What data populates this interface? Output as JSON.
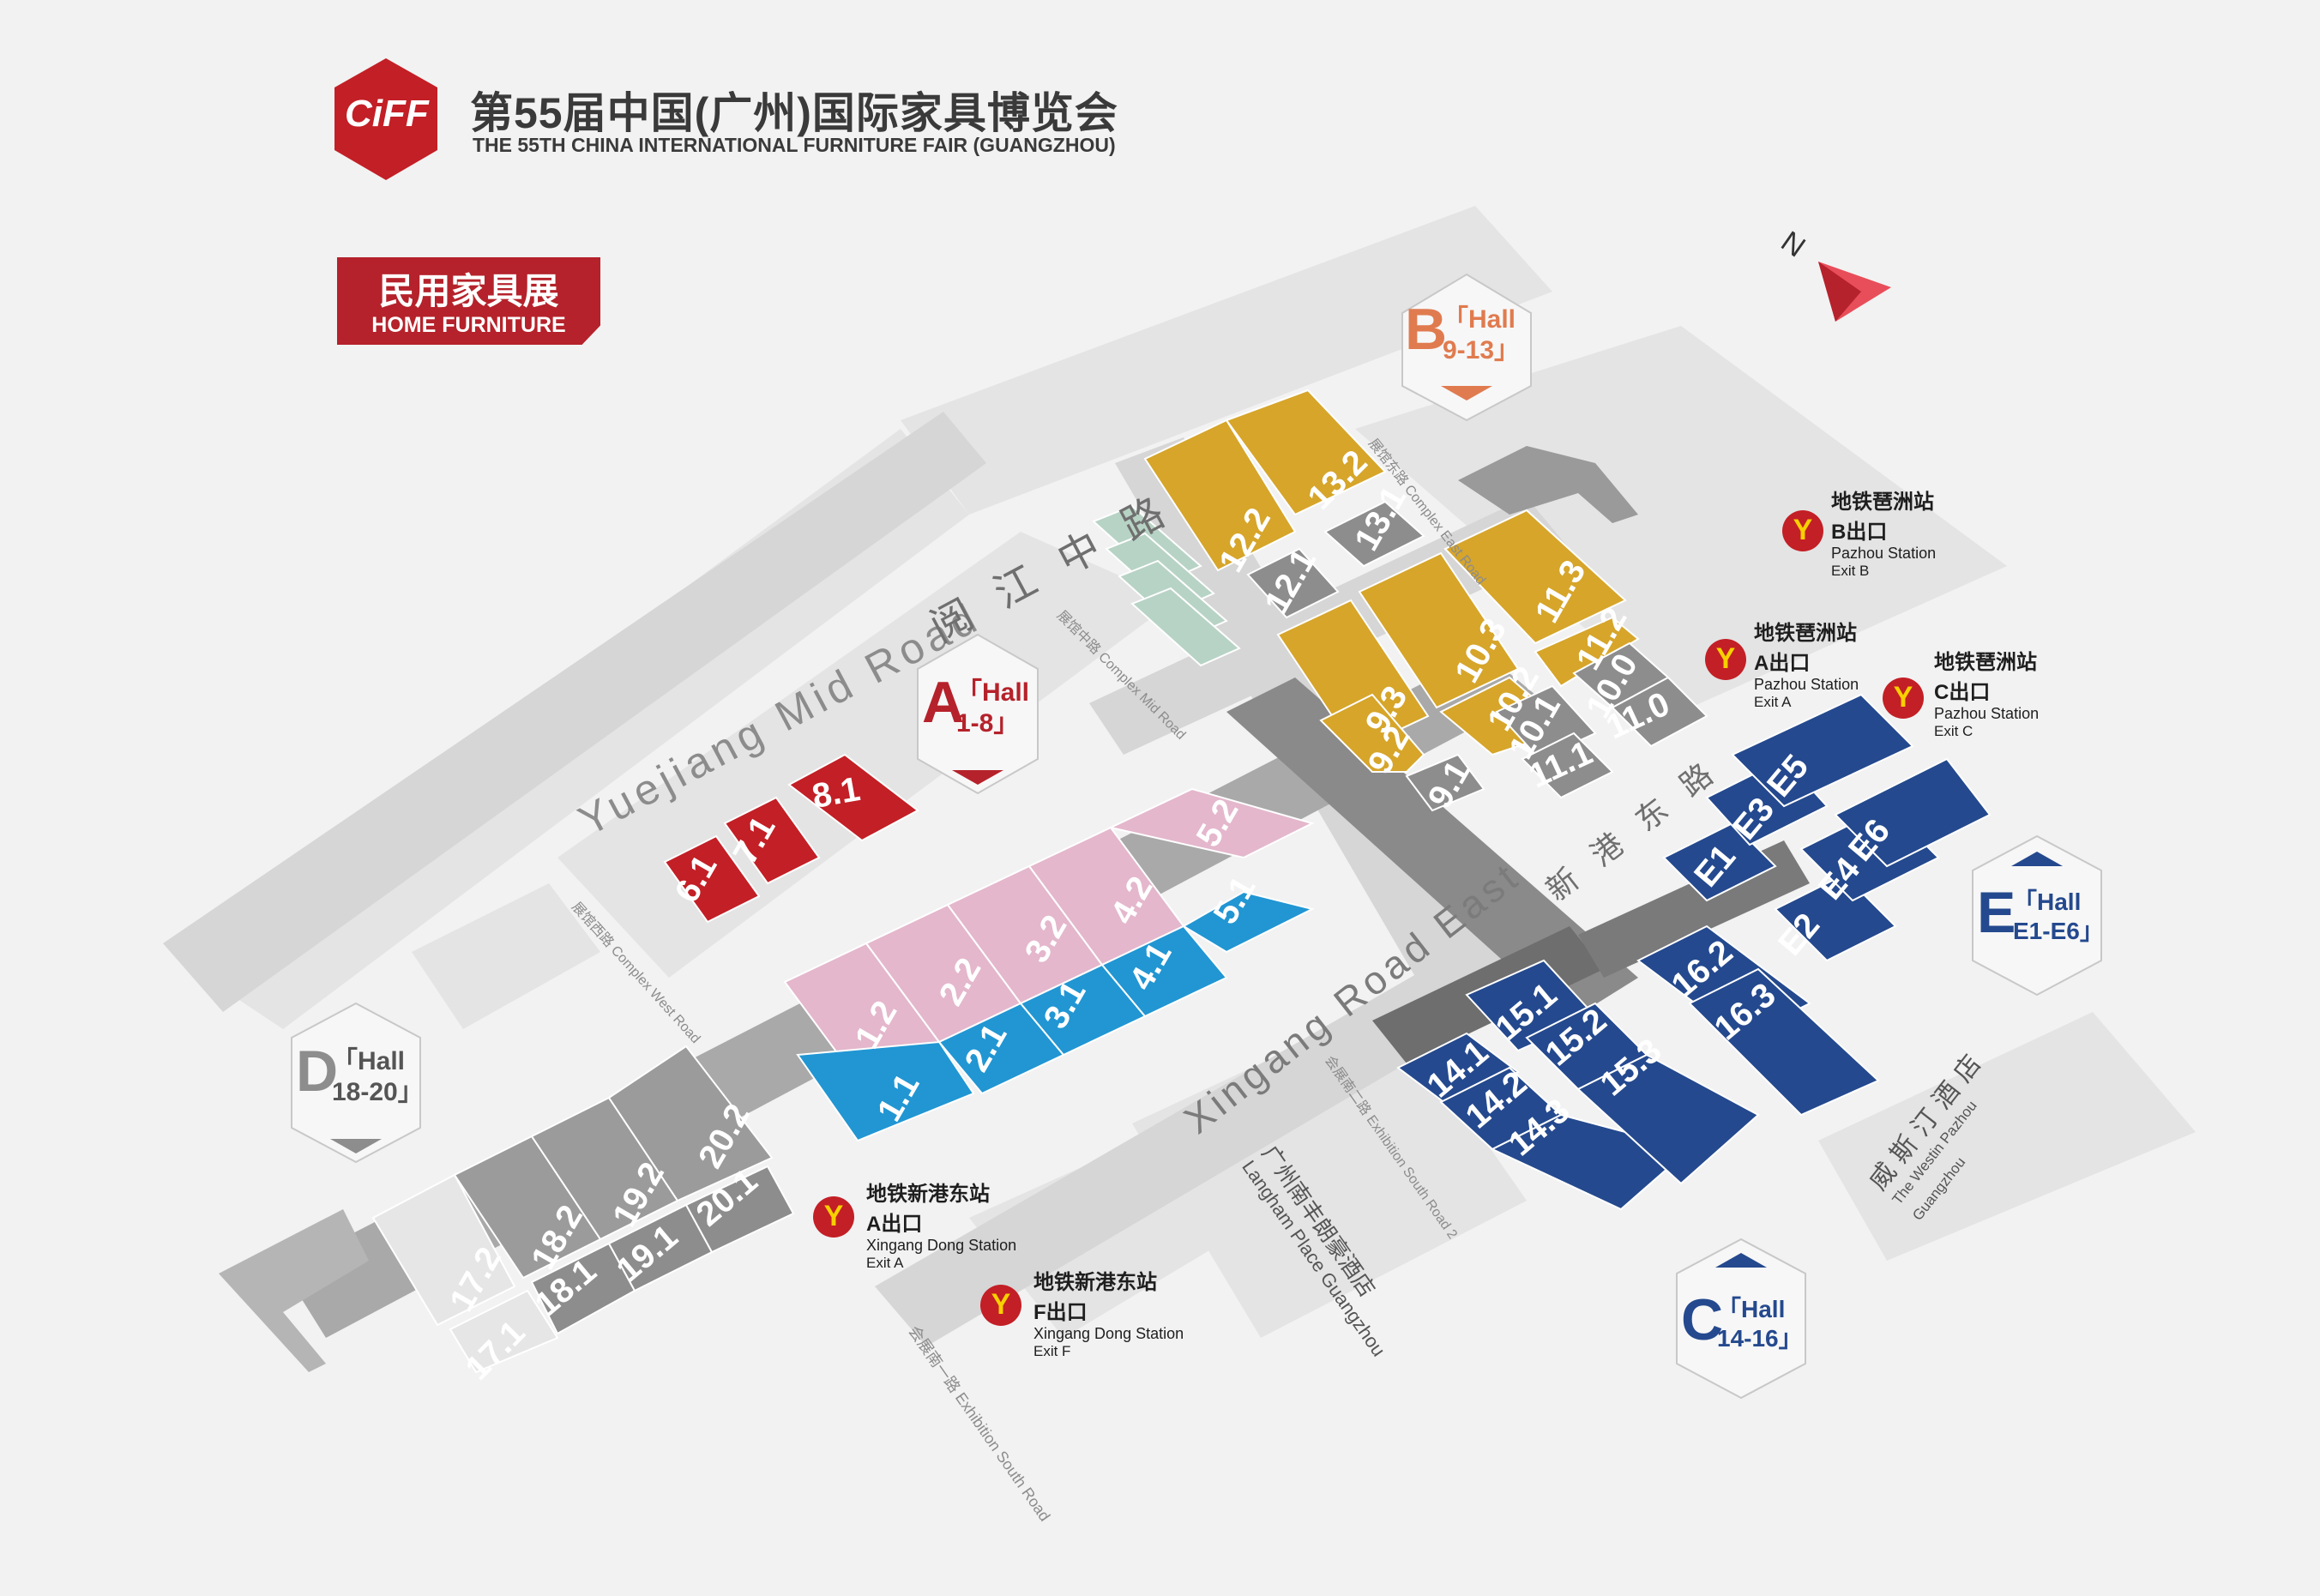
{
  "header": {
    "logo_text": "CiFF",
    "title_cn": "第55届中国(广州)国际家具博览会",
    "title_en": "THE 55TH CHINA INTERNATIONAL FURNITURE FAIR (GUANGZHOU)"
  },
  "category_tag": {
    "cn": "民用家具展",
    "en": "HOME FURNITURE"
  },
  "compass": {
    "label": "N"
  },
  "colors": {
    "red": "#c31f26",
    "pink": "#e4b7cc",
    "cyan": "#2196d3",
    "gold": "#d6a52a",
    "gray_hall": "#8d8d8d",
    "gray_block": "#b0b0b0",
    "dark_blue": "#24498e",
    "teal": "#b7d3c5",
    "accent_red": "#b5222b",
    "orange": "#e07b4f"
  },
  "zones": [
    {
      "id": "A",
      "letter": "A",
      "label": "「Hall 1-8」",
      "color": "#b5222b"
    },
    {
      "id": "B",
      "letter": "B",
      "label": "「Hall 9-13」",
      "color": "#e07b4f"
    },
    {
      "id": "C",
      "letter": "C",
      "label": "「Hall 14-16」",
      "color": "#24498e"
    },
    {
      "id": "D",
      "letter": "D",
      "label": "「Hall 18-20」",
      "color": "#8d8d8d"
    },
    {
      "id": "E",
      "letter": "E",
      "label": "「Hall E1-E6」",
      "color": "#24498e"
    }
  ],
  "halls": {
    "red": [
      "6.1",
      "7.1",
      "8.1"
    ],
    "pink": [
      "1.2",
      "2.2",
      "3.2",
      "4.2",
      "5.2"
    ],
    "cyan": [
      "1.1",
      "2.1",
      "3.1",
      "4.1",
      "5.1"
    ],
    "gold": [
      "12.2",
      "13.2",
      "9.3",
      "10.3",
      "11.3",
      "9.2",
      "10.2",
      "11.2"
    ],
    "gray_small": [
      "12.1",
      "13.1",
      "9.1",
      "10.1",
      "11.1",
      "10.0",
      "11.0"
    ],
    "gray_d": [
      "17.2",
      "18.2",
      "19.2",
      "20.2",
      "17.1",
      "18.1",
      "19.1",
      "20.1"
    ],
    "blue_c": [
      "14.1",
      "15.1",
      "14.2",
      "15.2",
      "14.3",
      "15.3",
      "16.2",
      "16.3"
    ],
    "blue_e": [
      "E1",
      "E2",
      "E3",
      "E4",
      "E5",
      "E6"
    ]
  },
  "metro": [
    {
      "id": "pazhou-b",
      "cn": "地铁琶洲站",
      "exit_cn": "B出口",
      "en": "Pazhou Station",
      "exit_en": "Exit B"
    },
    {
      "id": "pazhou-a",
      "cn": "地铁琶洲站",
      "exit_cn": "A出口",
      "en": "Pazhou Station",
      "exit_en": "Exit A"
    },
    {
      "id": "pazhou-c",
      "cn": "地铁琶洲站",
      "exit_cn": "C出口",
      "en": "Pazhou Station",
      "exit_en": "Exit C"
    },
    {
      "id": "xingang-a",
      "cn": "地铁新港东站",
      "exit_cn": "A出口",
      "en": "Xingang Dong Station",
      "exit_en": "Exit A"
    },
    {
      "id": "xingang-f",
      "cn": "地铁新港东站",
      "exit_cn": "F出口",
      "en": "Xingang Dong Station",
      "exit_en": "Exit F"
    }
  ],
  "roads": {
    "yuejiang_en": "Yuejiang Mid Road",
    "yuejiang_cn": "阅江中路",
    "xingang_en": "Xingang Road East",
    "xingang_cn": "新港东路",
    "complex_east_cn": "展馆东路",
    "complex_east_en": "Complex East Road",
    "complex_mid_cn": "展馆中路",
    "complex_mid_en": "Complex Mid Road",
    "complex_west_cn": "展馆西路",
    "complex_west_en": "Complex West Road",
    "exh_south_cn": "会展南一路",
    "exh_south_en": "Exhibition South Road",
    "exh_south2_cn": "会展南二路",
    "exh_south2_en": "Exhibition South Road 2"
  },
  "hotels": {
    "langham_cn": "广州南丰朗豪酒店",
    "langham_en": "Langham Place Guangzhou",
    "westin_cn": "威斯汀酒店",
    "westin_en": "The Westin Pazhou Guangzhou"
  }
}
